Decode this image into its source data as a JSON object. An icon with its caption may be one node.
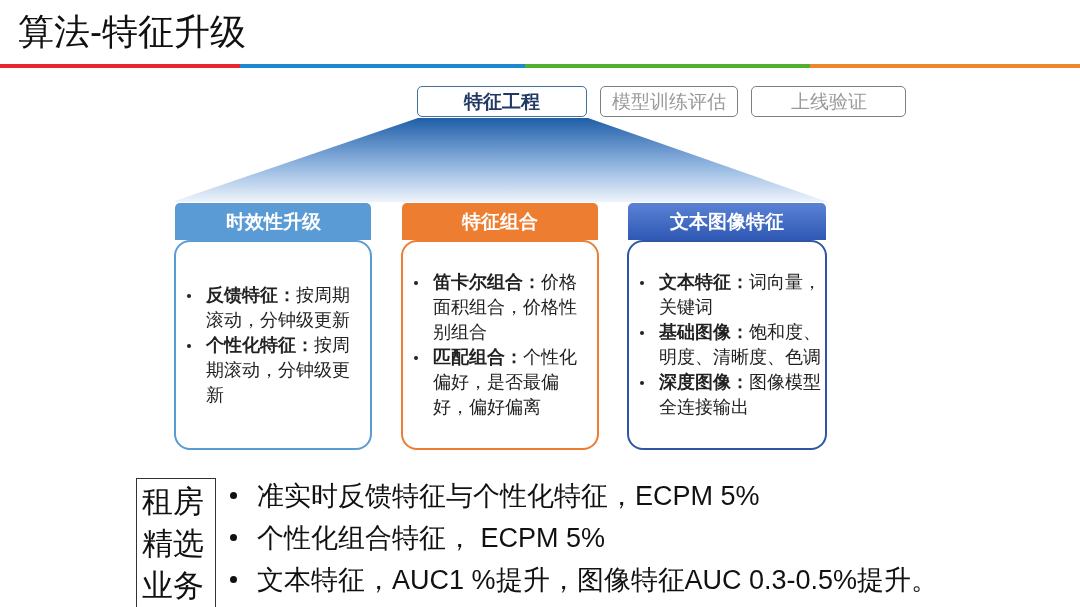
{
  "diagram": {
    "title": "算法-特征升级",
    "nodes": [
      {
        "text": [
          "特征工程"
        ]
      },
      {
        "text": [
          "模型训练评估"
        ]
      },
      {
        "text": [
          "上线验证"
        ]
      },
      {
        "text": [
          "时效性升级"
        ]
      },
      {
        "text": [
          "**反馈特征：**按周期滚动，分钟级更新",
          "**个性化特征：**按周期滚动，分钟级更新"
        ]
      },
      {
        "text": [
          "特征组合"
        ]
      },
      {
        "text": [
          "**笛卡尔组合：**价格面积组合，价格性别组合",
          "**匹配组合：**个性化偏好，是否最偏好，偏好偏离"
        ]
      },
      {
        "text": [
          "文本图像特征"
        ]
      },
      {
        "text": [
          "**文本特征：**词向量，关键词",
          "**基础图像：**饱和度、明度、清晰度、色调",
          "**深度图像：**图像模型全连接输出"
        ]
      },
      {
        "text": [
          "租房精选业务"
        ]
      }
    ],
    "labels": [
      "准实时反馈特征与个性化特征，ECPM 5%",
      "个性化组合特征， ECPM 5%",
      "文本特征，AUC1 %提升，图像特征AUC 0.3-0.5%提升。"
    ]
  }
}
